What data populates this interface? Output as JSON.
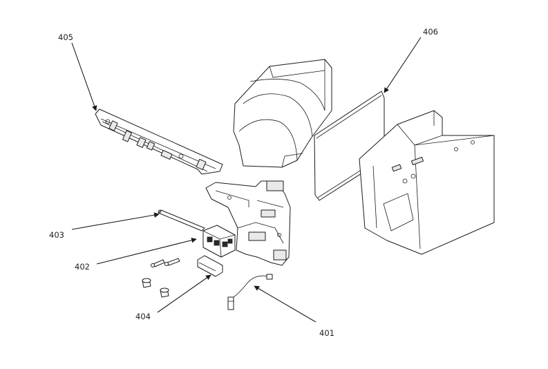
{
  "callouts": {
    "c401": "401",
    "c402": "402",
    "c403": "403",
    "c404": "404",
    "c405": "405",
    "c406": "406"
  }
}
